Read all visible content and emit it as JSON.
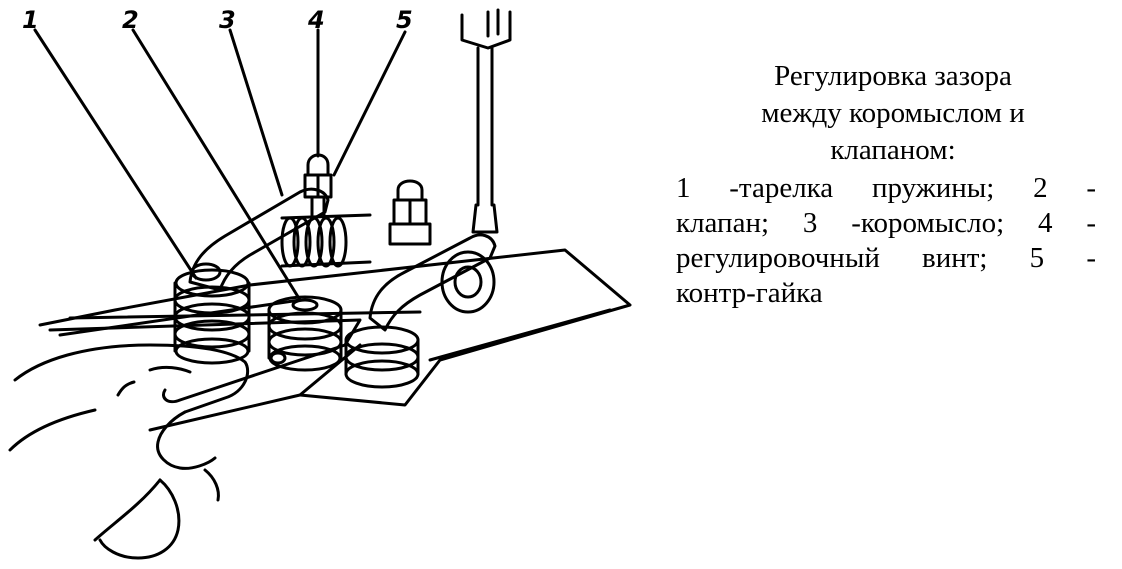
{
  "callouts": [
    "1",
    "2",
    "3",
    "4",
    "5"
  ],
  "caption": {
    "title_lines": [
      "Регулировка зазора",
      "между коромыслом и",
      "клапаном:"
    ],
    "body_lines": [
      "1 -тарелка пружины; 2 -",
      "клапан; 3 -коромысло; 4 -",
      "регулировочный винт; 5 -",
      "контр-гайка"
    ]
  },
  "colors": {
    "ink": "#000000",
    "paper": "#ffffff"
  }
}
